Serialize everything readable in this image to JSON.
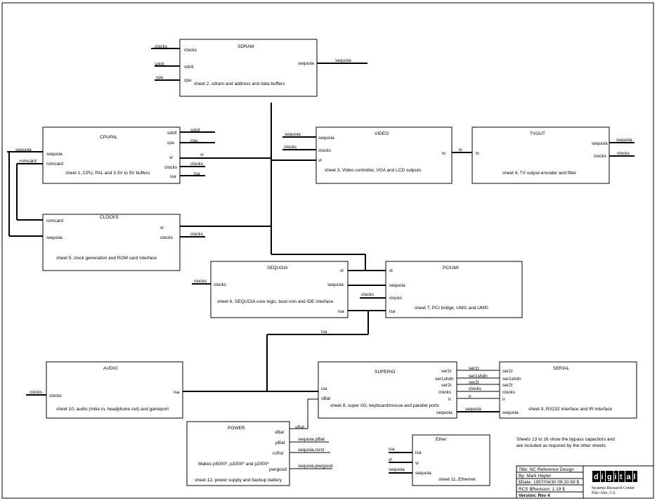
{
  "blocks": {
    "sdram": {
      "name": "SDRAM",
      "desc": "sheet 2, sdram and address and data buffers",
      "in": [
        "clocks",
        "sdctl",
        "cpu"
      ],
      "out": [
        "sequoia"
      ]
    },
    "cpupal": {
      "name": "CPUPAL",
      "desc": "sheet 1, CPU, PAL and 3.3V  to 5V buffers",
      "in": [
        "sequoia",
        "romcard"
      ],
      "out": [
        "sdctl",
        "cpu",
        "vl",
        "clocks",
        "isa"
      ]
    },
    "clocks": {
      "name": "CLOCKS",
      "desc": "sheet 5, clock generation and ROM card interface",
      "in": [
        "romcard",
        "sequoia"
      ],
      "out": [
        "vl",
        "clocks"
      ]
    },
    "video": {
      "name": "VIDEO",
      "desc": "sheet 3, Video controller, VGA and LCD outputs",
      "in": [
        "sequoia",
        "clocks",
        "vl"
      ],
      "out": [
        "tv"
      ]
    },
    "tvout": {
      "name": "TVOUT",
      "desc": "sheet 4, TV output encoder and filter",
      "in": [
        "tv"
      ],
      "out": [
        "sequoia",
        "clocks"
      ]
    },
    "sequoia": {
      "name": "SEQUOIA",
      "desc": "sheet 6, SEQUOIA core logic, boot rom and IDE interface",
      "in": [
        "clocks"
      ],
      "out": [
        "vl",
        "sequoia",
        "isa"
      ]
    },
    "pciumi": {
      "name": "PCIUMI",
      "desc": "sheet 7, PCI bridge, UMI1 and UMI0",
      "in": [
        "vl",
        "sequoia",
        "clocks",
        "isa"
      ]
    },
    "audio": {
      "name": "AUDIO",
      "desc": "sheet 10, audio (mike in, headphone out) and gameport",
      "in": [
        "clocks"
      ],
      "out": [
        "isa"
      ]
    },
    "superio": {
      "name": "SUPERIO",
      "desc": "sheet 8, super I/O, keyboard/mouse and parallel ports",
      "in": [
        "isa",
        "vBat"
      ],
      "out": [
        "ser1t",
        "ser1shdn",
        "ser2t",
        "clocks",
        "ir",
        "sequoia"
      ]
    },
    "serial": {
      "name": "SERIAL",
      "desc": "sheet 9, RS232 interface and IR interface",
      "in": [
        "ser1t",
        "ser1shdn",
        "ser2t",
        "clocks",
        "ir",
        "sequoia"
      ]
    },
    "power": {
      "name": "POWER",
      "desc": "sheet 12, power supply and backup battery",
      "note": "Makes p5000*, p3300* and p2000*",
      "out": [
        "vBat",
        "pBat",
        "rcRst",
        "pwrgood"
      ]
    },
    "ether": {
      "name": "Ether",
      "desc": "sheet 11, Ethernet",
      "in": [
        "isa",
        "vl",
        "sequoia"
      ]
    }
  },
  "nets": {
    "clocks": "clocks",
    "sdctl": "sdctl",
    "cpu": "cpu",
    "sequoia": "sequoia",
    "romcard": "romcard",
    "vl": "vl",
    "isa": "isa",
    "tv": "tv",
    "vbat": "vBat",
    "ser1t": "ser1t",
    "ser1shdn": "ser1shdn",
    "ser2t": "ser2t",
    "ir": "ir",
    "pbat": "sequoia.pBat",
    "rcrst": "sequoia.rcrst",
    "pwrgood": "sequoia.pwrgood"
  },
  "note": [
    "Sheets 13 to 16 show the bypass capacitors and",
    "are included as required by the other sheets"
  ],
  "titleblock": {
    "title": "Title:   NC Reference Design",
    "by": "By:   Mark Hayter",
    "date": "$Date: 1997/04/30 09:20:59 $",
    "rev": "RCS $Revision: 1.19 $",
    "version": "Version: Rev 4"
  },
  "logo": {
    "letters": [
      "d",
      "i",
      "g",
      "i",
      "t",
      "a",
      "l"
    ],
    "org": "Systems Research Center",
    "city": "Palo Alto, CA"
  }
}
